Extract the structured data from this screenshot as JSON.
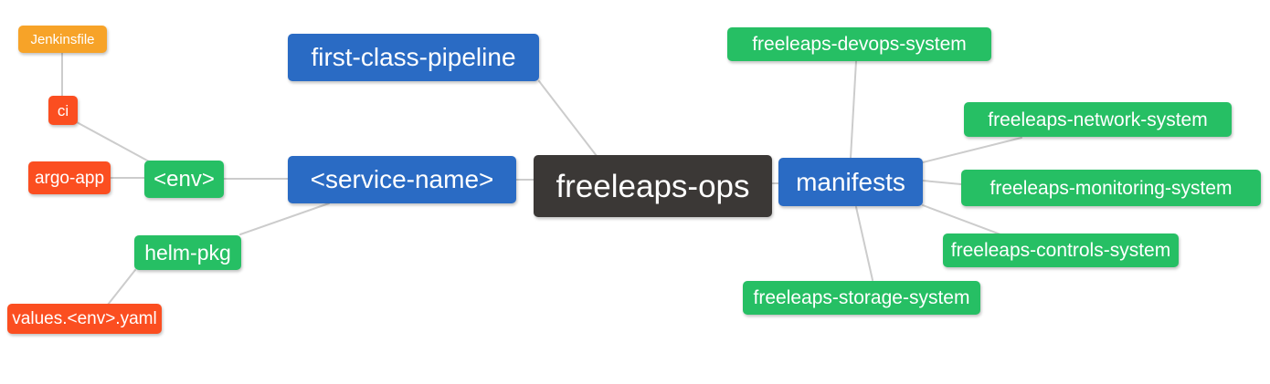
{
  "palette": {
    "blue": "#2a6bc4",
    "green": "#26bf64",
    "red": "#fb4e20",
    "orange": "#f7a328",
    "dark": "#3b3836",
    "edge_line": "#cccccc",
    "node_text": "#ffffff",
    "background": "#ffffff"
  },
  "nodes": {
    "freeleaps_ops": {
      "label": "freeleaps-ops",
      "color": "dark"
    },
    "first_class_pipeline": {
      "label": "first-class-pipeline",
      "color": "blue"
    },
    "service_name": {
      "label": "<service-name>",
      "color": "blue"
    },
    "manifests": {
      "label": "manifests",
      "color": "blue"
    },
    "env": {
      "label": "<env>",
      "color": "green"
    },
    "helm_pkg": {
      "label": "helm-pkg",
      "color": "green"
    },
    "ci": {
      "label": "ci",
      "color": "red"
    },
    "argo_app": {
      "label": "argo-app",
      "color": "red"
    },
    "values_env_yaml": {
      "label": "values.<env>.yaml",
      "color": "red"
    },
    "jenkinsfile": {
      "label": "Jenkinsfile",
      "color": "orange"
    },
    "devops_system": {
      "label": "freeleaps-devops-system",
      "color": "green"
    },
    "network_system": {
      "label": "freeleaps-network-system",
      "color": "green"
    },
    "monitoring_system": {
      "label": "freeleaps-monitoring-system",
      "color": "green"
    },
    "controls_system": {
      "label": "freeleaps-controls-system",
      "color": "green"
    },
    "storage_system": {
      "label": "freeleaps-storage-system",
      "color": "green"
    }
  },
  "edges": [
    {
      "from": "jenkinsfile",
      "to": "ci"
    },
    {
      "from": "ci",
      "to": "env"
    },
    {
      "from": "argo_app",
      "to": "env"
    },
    {
      "from": "env",
      "to": "service_name"
    },
    {
      "from": "service_name",
      "to": "helm_pkg"
    },
    {
      "from": "helm_pkg",
      "to": "values_env_yaml"
    },
    {
      "from": "first_class_pipeline",
      "to": "freeleaps_ops"
    },
    {
      "from": "service_name",
      "to": "freeleaps_ops"
    },
    {
      "from": "freeleaps_ops",
      "to": "manifests"
    },
    {
      "from": "manifests",
      "to": "devops_system"
    },
    {
      "from": "manifests",
      "to": "network_system"
    },
    {
      "from": "manifests",
      "to": "monitoring_system"
    },
    {
      "from": "manifests",
      "to": "controls_system"
    },
    {
      "from": "manifests",
      "to": "storage_system"
    }
  ]
}
